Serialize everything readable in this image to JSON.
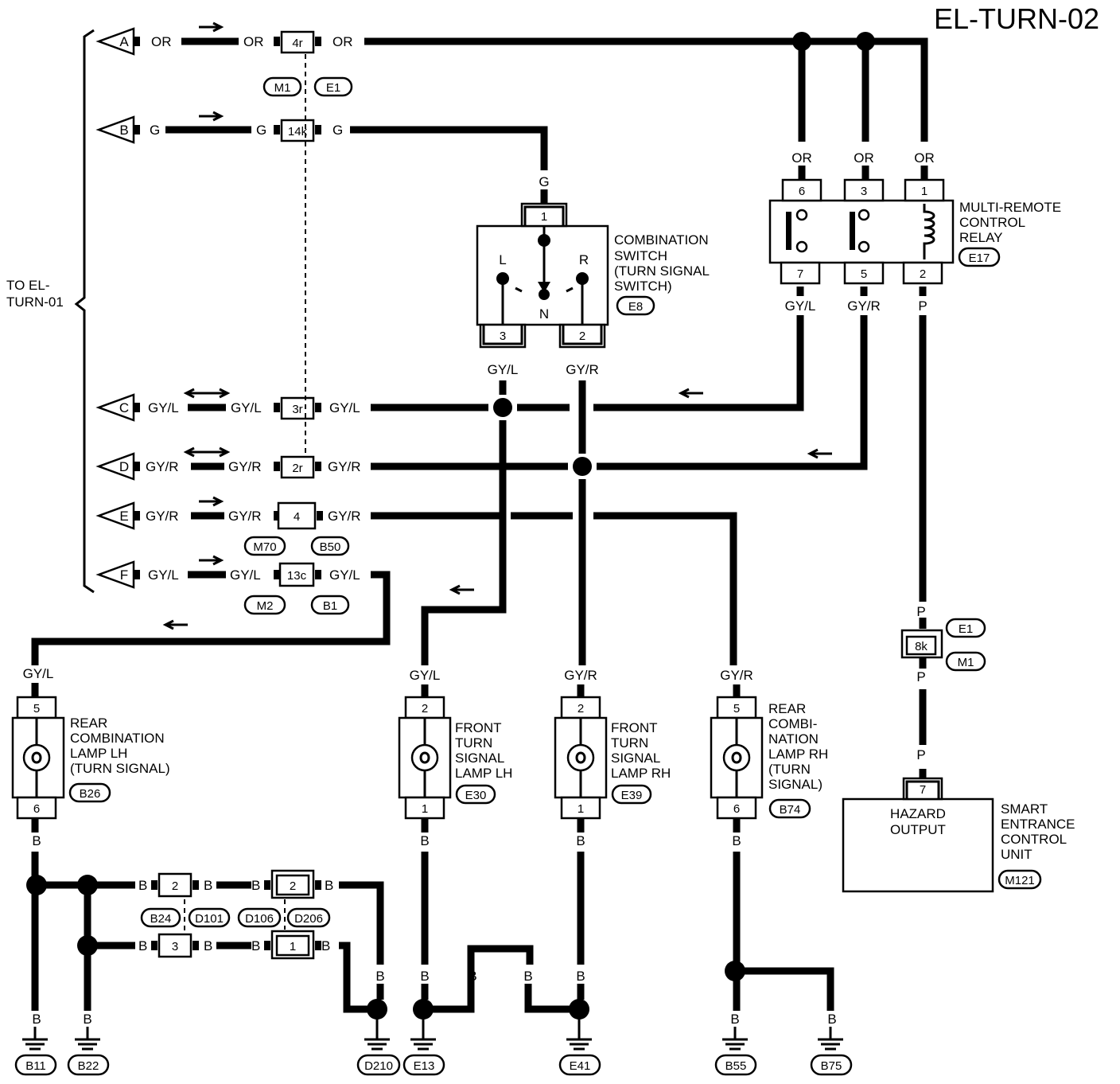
{
  "title": "EL-TURN-02",
  "to_ref": [
    "TO EL-",
    "TURN-01"
  ],
  "side_connectors": [
    {
      "letter": "A",
      "color_left": "OR",
      "color_mid": "OR",
      "pin": "4r",
      "color_right": "OR",
      "flow": "right"
    },
    {
      "letter": "B",
      "color_left": "G",
      "color_mid": "G",
      "pin": "14k",
      "color_right": "G",
      "flow": "right"
    },
    {
      "letter": "C",
      "color_left": "GY/L",
      "color_mid": "GY/L",
      "pin": "3r",
      "color_right": "GY/L",
      "flow": "both"
    },
    {
      "letter": "D",
      "color_left": "GY/R",
      "color_mid": "GY/R",
      "pin": "2r",
      "color_right": "GY/R",
      "flow": "both"
    },
    {
      "letter": "E",
      "color_left": "GY/R",
      "color_mid": "GY/R",
      "pin": "4",
      "color_right": "GY/R",
      "flow": "right"
    },
    {
      "letter": "F",
      "color_left": "GY/L",
      "color_mid": "GY/L",
      "pin": "13c",
      "color_right": "GY/L",
      "flow": "right"
    }
  ],
  "connector_ids": {
    "m1": "M1",
    "e1": "E1",
    "m70": "M70",
    "b50": "B50",
    "m2": "M2",
    "b1": "B1"
  },
  "combination_switch": {
    "name": [
      "COMBINATION",
      "SWITCH",
      "(TURN SIGNAL",
      "SWITCH)"
    ],
    "id": "E8",
    "pin_top": "1",
    "pin_left": "3",
    "pin_right": "2",
    "pos_l": "L",
    "pos_r": "R",
    "pos_n": "N",
    "wire_top": "G",
    "wire_left": "GY/L",
    "wire_right": "GY/R"
  },
  "relay": {
    "name": [
      "MULTI-REMOTE",
      "CONTROL",
      "RELAY"
    ],
    "id": "E17",
    "pins_top": [
      "6",
      "3",
      "1"
    ],
    "pins_bottom": [
      "7",
      "5",
      "2"
    ],
    "wires_top": [
      "OR",
      "OR",
      "OR"
    ],
    "wires_bottom": [
      "GY/L",
      "GY/R",
      "P"
    ]
  },
  "relay_conn": {
    "pin": "8k",
    "id_top": "E1",
    "id_bottom": "M1",
    "wire_top": "P",
    "wire_bottom": "P",
    "wire_unit": "P"
  },
  "smart_unit": {
    "name": [
      "SMART",
      "ENTRANCE",
      "CONTROL",
      "UNIT"
    ],
    "id": "M121",
    "pin": "7",
    "inner": [
      "HAZARD",
      "OUTPUT"
    ]
  },
  "lamps": [
    {
      "name": [
        "REAR",
        "COMBINATION",
        "LAMP LH",
        "(TURN SIGNAL)"
      ],
      "id": "B26",
      "pin_top": "5",
      "pin_bottom": "6",
      "wire_top": "GY/L",
      "wire_bottom": "B"
    },
    {
      "name": [
        "FRONT",
        "TURN",
        "SIGNAL",
        "LAMP LH"
      ],
      "id": "E30",
      "pin_top": "2",
      "pin_bottom": "1",
      "wire_top": "GY/L",
      "wire_bottom": "B"
    },
    {
      "name": [
        "FRONT",
        "TURN",
        "SIGNAL",
        "LAMP RH"
      ],
      "id": "E39",
      "pin_top": "2",
      "pin_bottom": "1",
      "wire_top": "GY/R",
      "wire_bottom": "B"
    },
    {
      "name": [
        "REAR",
        "COMBI-",
        "NATION",
        "LAMP RH",
        "(TURN",
        "SIGNAL)"
      ],
      "id": "B74",
      "pin_top": "5",
      "pin_bottom": "6",
      "wire_top": "GY/R",
      "wire_bottom": "B"
    }
  ],
  "ground_conns": {
    "c1_pin": "2",
    "c2_pin": "2",
    "c3_pin": "3",
    "c4_pin": "1",
    "ids": [
      "B24",
      "D101",
      "D106",
      "D206"
    ]
  },
  "wire_b": "B",
  "grounds": [
    "B11",
    "B22",
    "D210",
    "E13",
    "E41",
    "B55",
    "B75"
  ]
}
